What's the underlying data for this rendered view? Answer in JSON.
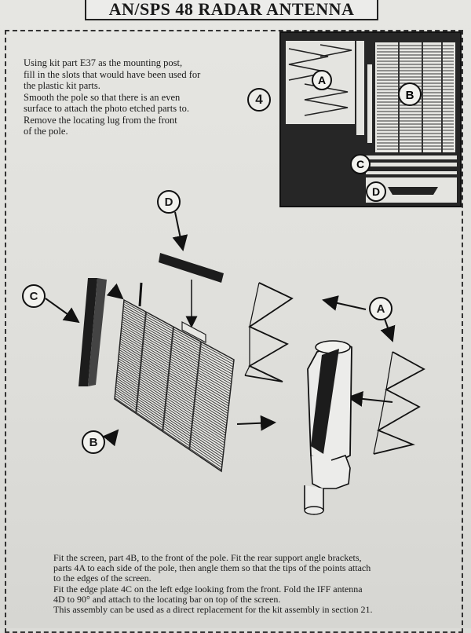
{
  "title": "AN/SPS 48 RADAR ANTENNA",
  "step_number": "4",
  "intro_lines": [
    "Using kit part E37 as the mounting post,",
    "fill in the slots that would have been used for",
    "the plastic kit parts.",
    "Smooth the pole so that there is an even",
    "surface to attach the photo etched parts to.",
    "Remove the locating lug from the front",
    "of the pole."
  ],
  "fret_labels": {
    "a": "A",
    "b": "B",
    "c": "C",
    "d": "D"
  },
  "diagram_labels": {
    "a": "A",
    "b": "B",
    "c": "C",
    "d": "D"
  },
  "instruction_lines": [
    "Fit the screen, part 4B, to the front of the pole.  Fit the rear support angle brackets,",
    "parts 4A to each side of the pole, then angle them so that the tips of the points attach",
    "to the edges of the screen.",
    "Fit the edge plate 4C on the left edge looking from the front. Fold the IFF antenna",
    "4D to 90° and attach to the locating bar on top of the screen.",
    "This assembly can be used as a direct replacement for the kit assembly in section 21."
  ]
}
